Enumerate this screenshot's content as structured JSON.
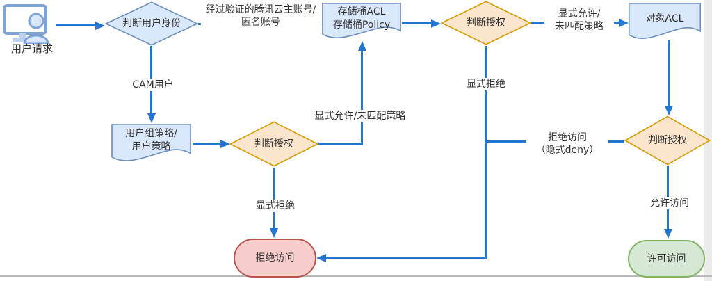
{
  "colors": {
    "arrow": "#2176d2",
    "blue_fill": "#dae8fc",
    "blue_stroke": "#6c8ebf",
    "orange_fill": "#fbe5cd",
    "orange_stroke": "#d79b00",
    "red_fill": "#f8cecc",
    "red_stroke": "#b85450",
    "green_fill": "#d5e8d4",
    "green_stroke": "#82b366"
  },
  "nodes": {
    "user_request": {
      "label": "用户请求"
    },
    "judge_identity": {
      "label": "判断用户身份"
    },
    "bucket_acl_policy": {
      "line1": "存储桶ACL",
      "line2": "存储桶Policy"
    },
    "judge_auth_top": {
      "label": "判断授权"
    },
    "object_acl": {
      "label": "对象ACL"
    },
    "user_group_policy": {
      "line1": "用户组策略/",
      "line2": "用户策略"
    },
    "judge_auth_left": {
      "label": "判断授权"
    },
    "judge_auth_right": {
      "label": "判断授权"
    },
    "deny_access": {
      "label": "拒绝访问"
    },
    "permit_access": {
      "label": "许可访问"
    }
  },
  "edge_labels": {
    "verified_account_line1": "经过验证的腾讯云主账号/",
    "verified_account_line2": "匿名账号",
    "cam_user": "CAM用户",
    "explicit_allow_top_line1": "显式允许/",
    "explicit_allow_top_line2": "未匹配策略",
    "explicit_allow_mid": "显式允许/未匹配策略",
    "explicit_deny_mid": "显式拒绝",
    "explicit_deny_left": "显式拒绝",
    "deny_implicit_line1": "拒绝访问",
    "deny_implicit_line2": "（隐式deny）",
    "allow_visit": "允许访问"
  }
}
